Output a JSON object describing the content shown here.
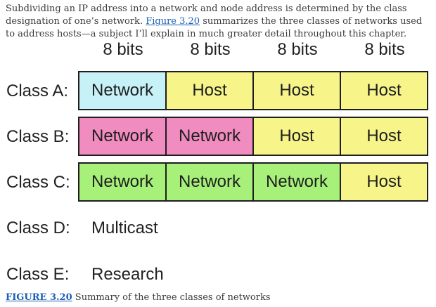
{
  "paragraph": {
    "before_link": "Subdividing an IP address into a network and node address is determined by the class designation of one’s network.",
    "link": "Figure 3.20",
    "after_link": "summarizes the three classes of networks used to address hosts—a subject I’ll explain in much greater detail throughout this chapter."
  },
  "bit_headers": [
    "8 bits",
    "8 bits",
    "8 bits",
    "8 bits"
  ],
  "colors": {
    "network_a": "#c6f1f7",
    "network_b": "#f08cc0",
    "network_c": "#a7f07a",
    "host": "#f7f58a",
    "border": "#1e1e1e",
    "link": "#1a5fb4"
  },
  "classes": [
    {
      "label": "Class A:",
      "cells": [
        {
          "text": "Network",
          "color": "#c6f1f7"
        },
        {
          "text": "Host",
          "color": "#f7f58a"
        },
        {
          "text": "Host",
          "color": "#f7f58a"
        },
        {
          "text": "Host",
          "color": "#f7f58a"
        }
      ]
    },
    {
      "label": "Class B:",
      "cells": [
        {
          "text": "Network",
          "color": "#f08cc0"
        },
        {
          "text": "Network",
          "color": "#f08cc0"
        },
        {
          "text": "Host",
          "color": "#f7f58a"
        },
        {
          "text": "Host",
          "color": "#f7f58a"
        }
      ]
    },
    {
      "label": "Class C:",
      "cells": [
        {
          "text": "Network",
          "color": "#a7f07a"
        },
        {
          "text": "Network",
          "color": "#a7f07a"
        },
        {
          "text": "Network",
          "color": "#a7f07a"
        },
        {
          "text": "Host",
          "color": "#f7f58a"
        }
      ]
    },
    {
      "label": "Class D:",
      "value": "Multicast"
    },
    {
      "label": "Class E:",
      "value": "Research"
    }
  ],
  "caption": {
    "label": "FIGURE 3.20",
    "text": "Summary of the three classes of networks"
  }
}
